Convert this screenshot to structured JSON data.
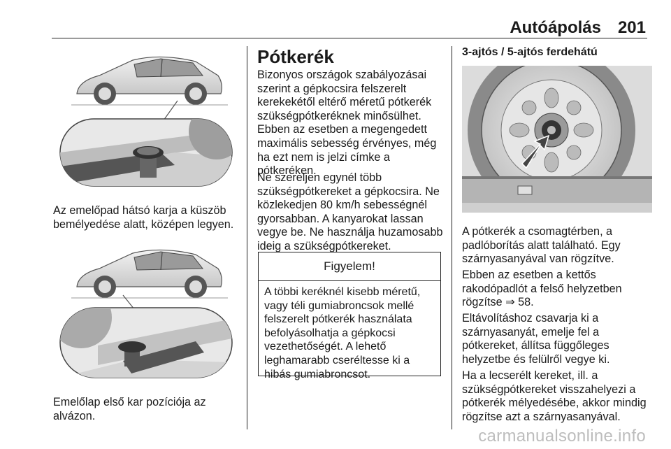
{
  "header": {
    "title": "Autóápolás",
    "page_number": "201"
  },
  "col1": {
    "caption1": "Az emelőpad hátsó karja a küszöb bemélyedése alatt, középen legyen.",
    "caption2": "Emelőlap első kar pozíciója az alvázon."
  },
  "col2": {
    "heading": "Pótkerék",
    "para1": "Bizonyos országok szabályozásai szerint a gépkocsira felszerelt kerekekétől eltérő méretű pótkerék szükségpótkeréknek minősülhet. Ebben az esetben a megengedett maximális sebesség érvényes, még ha ezt nem is jelzi címke a pótkeréken.",
    "para2": "Ne szereljen egynél több szükségpótkereket a gépkocsira. Ne közlekedjen 80 km/h sebességnél gyorsabban. A kanyarokat lassan vegye be. Ne használja huzamosabb ideig a szükségpótkereket.",
    "caution_title": "Figyelem!",
    "caution_text": "A többi keréknél kisebb méretű, vagy téli gumiabroncsok mellé felszerelt pótkerék használata befolyásolhatja a gépkocsi vezethetőségét. A lehető leghamarabb cseréltesse ki a hibás gumiabroncsot."
  },
  "col3": {
    "subheading": "3-ajtós / 5-ajtós ferdehátú",
    "para1": "A pótkerék a csomagtérben, a padlóborítás alatt található. Egy szárnyasanyával van rögzítve.",
    "para2": "Ebben az esetben a kettős rakodópadlót a felső helyzetben rögzítse ⇒ 58.",
    "para3": "Eltávolításhoz csavarja ki a szárnyasanyát, emelje fel a pótkereket, állítsa függőleges helyzetbe és felülről vegye ki.",
    "para4": "Ha a lecserélt kereket, ill. a szükségpótkereket visszahelyezi a pótkerék mélyedésébe, akkor mindig rögzítse azt a szárnyasanyával."
  },
  "watermark": "carmanualsonline.info"
}
